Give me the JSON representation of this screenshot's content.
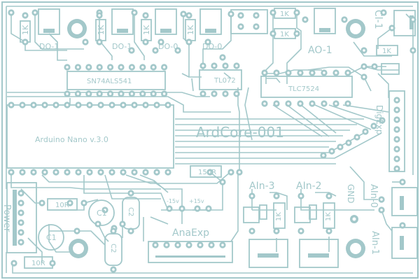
{
  "board": {
    "title": "ArdCore-001",
    "colors": {
      "background": "#ffffff",
      "trace": "#a3c8ca",
      "pad": "#a3c8ca",
      "hole": "#ffffff"
    }
  },
  "labels": {
    "res_1k": "1K",
    "res_10r": "10R",
    "res_150r": "150R",
    "cap_c1": "C1",
    "cap_c2": "C2",
    "do_1": "DO-1",
    "do_0": "DO-0",
    "ic_buffer": "SN74ALS541",
    "ic_opamp": "TL072",
    "ic_dac": "TLC7524",
    "arduino": "Arduino Nano v.3.0",
    "ao_1": "AO-1",
    "cl_1": "Cl-1",
    "dig_exp": "DigExp",
    "ana_exp": "AnaExp",
    "ain_3": "AIn-3",
    "ain_2": "AIn-2",
    "ain_0": "AIn-0",
    "ain_1": "AIn-1",
    "gnd": "GND",
    "power": "Power",
    "v_minus15": "-15v",
    "v_plus15": "+15v"
  }
}
